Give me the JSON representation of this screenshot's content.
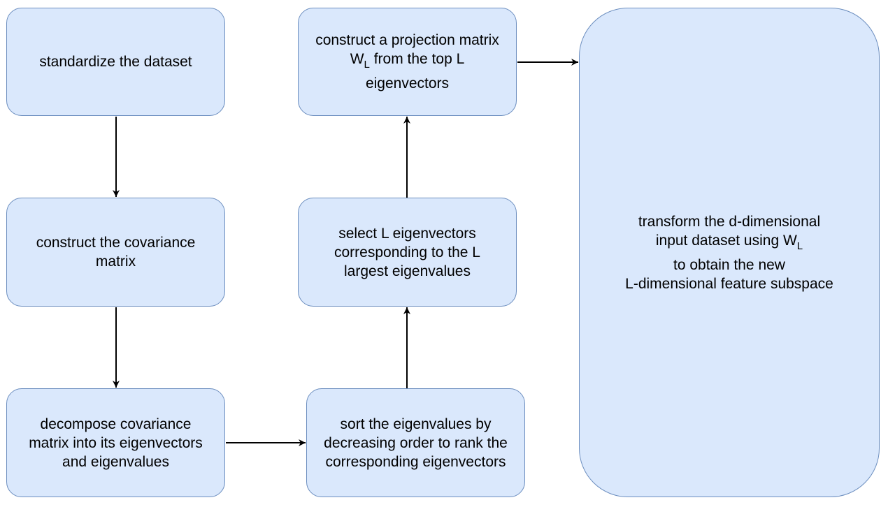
{
  "nodes": {
    "standardize": {
      "lines": [
        "standardize the dataset"
      ]
    },
    "covariance": {
      "lines": [
        "construct the covariance",
        "matrix"
      ]
    },
    "decompose": {
      "lines": [
        "decompose covariance",
        "matrix into its eigenvectors",
        "and eigenvalues"
      ]
    },
    "sort": {
      "lines": [
        "sort the eigenvalues by",
        "decreasing order to rank the",
        "corresponding eigenvectors"
      ]
    },
    "select": {
      "lines": [
        "select L eigenvectors",
        "corresponding to the L",
        "largest eigenvalues"
      ]
    },
    "projection": {
      "line1": "construct a projection matrix",
      "w": "W",
      "w_sub": "L",
      "line2_rest": " from the top L",
      "line3": "eigenvectors"
    },
    "transform": {
      "line1": "transform the d-dimensional",
      "line2": "input dataset using W",
      "line2_sub": "L",
      "line3": "to obtain the new",
      "line4": "L-dimensional feature subspace"
    }
  },
  "colors": {
    "box_fill": "#dae8fc",
    "box_stroke": "#6c8ebf",
    "arrow": "#000000"
  }
}
